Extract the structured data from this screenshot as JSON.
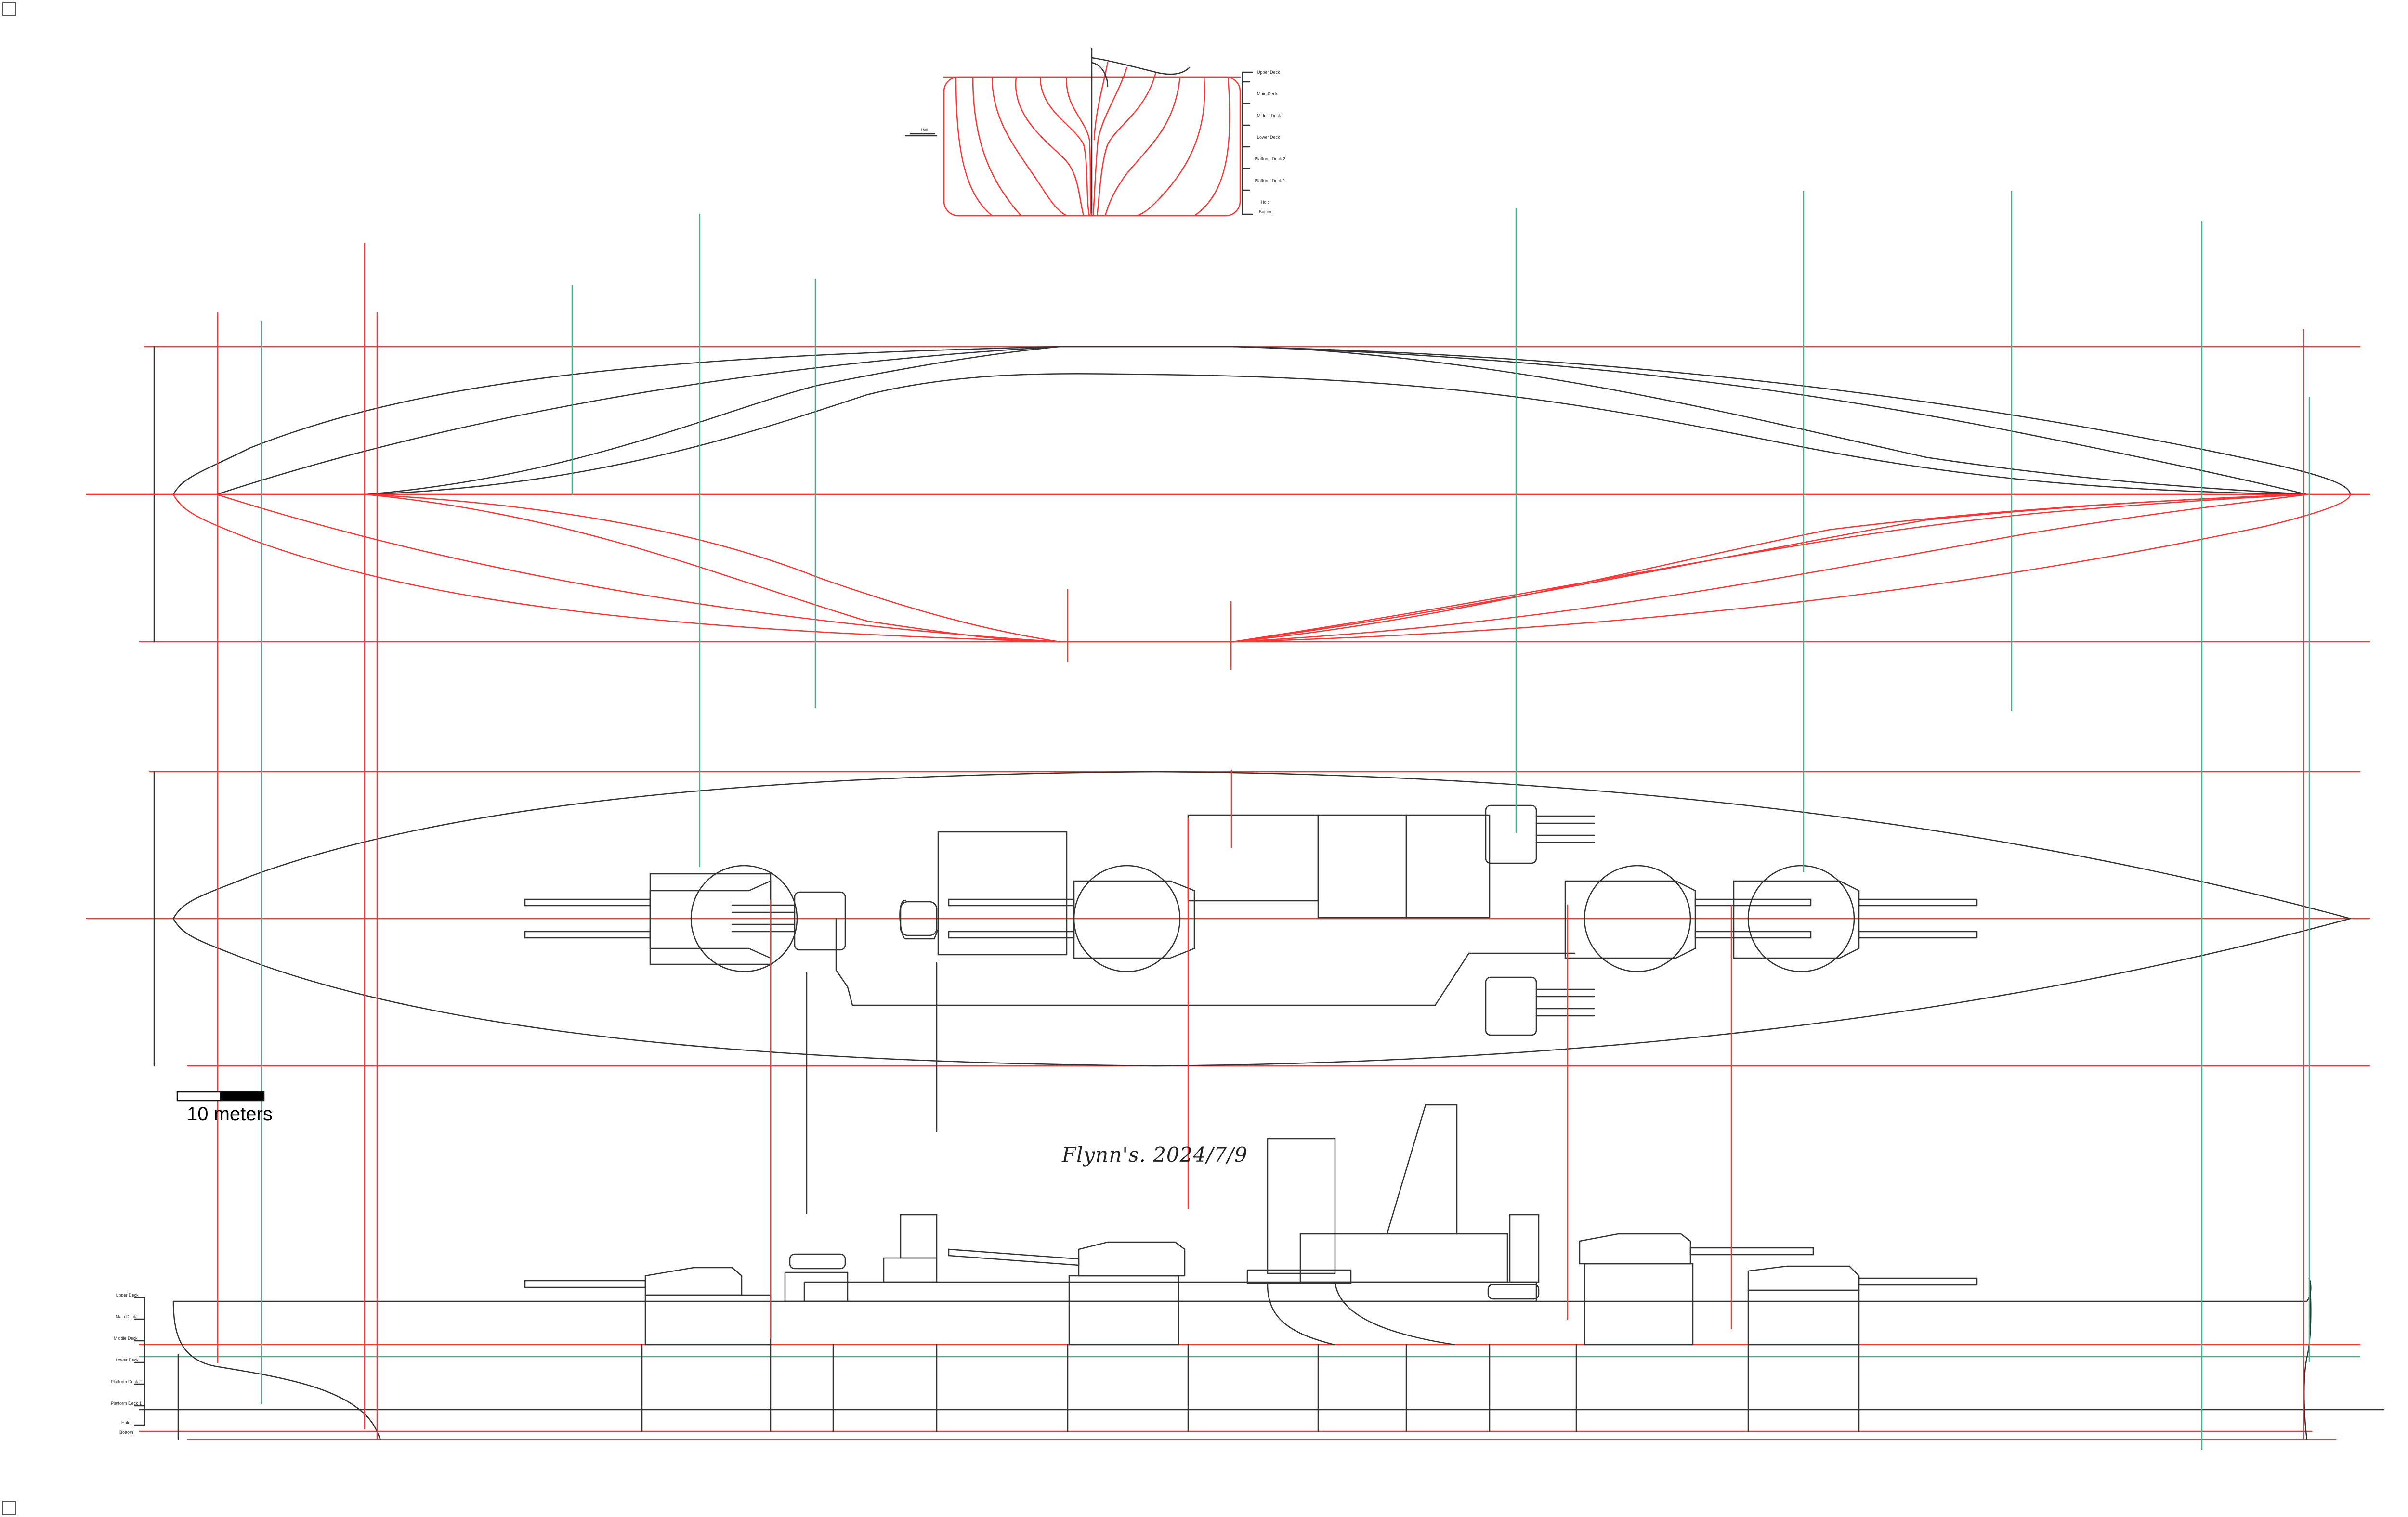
{
  "scale_bar": {
    "label": "10 meters"
  },
  "signature": "Flynn's. 2024/7/9",
  "body_plan_levels": [
    "Upper Deck",
    "Main Deck",
    "Middle Deck",
    "Lower Deck",
    "Platform Deck 2",
    "Platform Deck 1",
    "Hold",
    "Bottom"
  ],
  "body_plan_small_label": "LWL",
  "profile_levels": [
    "Upper Deck",
    "Main Deck",
    "Middle Deck",
    "Lower Deck",
    "Platform Deck 2",
    "Platform Deck 1",
    "Hold",
    "Bottom"
  ],
  "colors": {
    "hull_line": "#333333",
    "waterline_red": "#ff3333",
    "station_green": "#3db38a",
    "background": "#ffffff"
  }
}
